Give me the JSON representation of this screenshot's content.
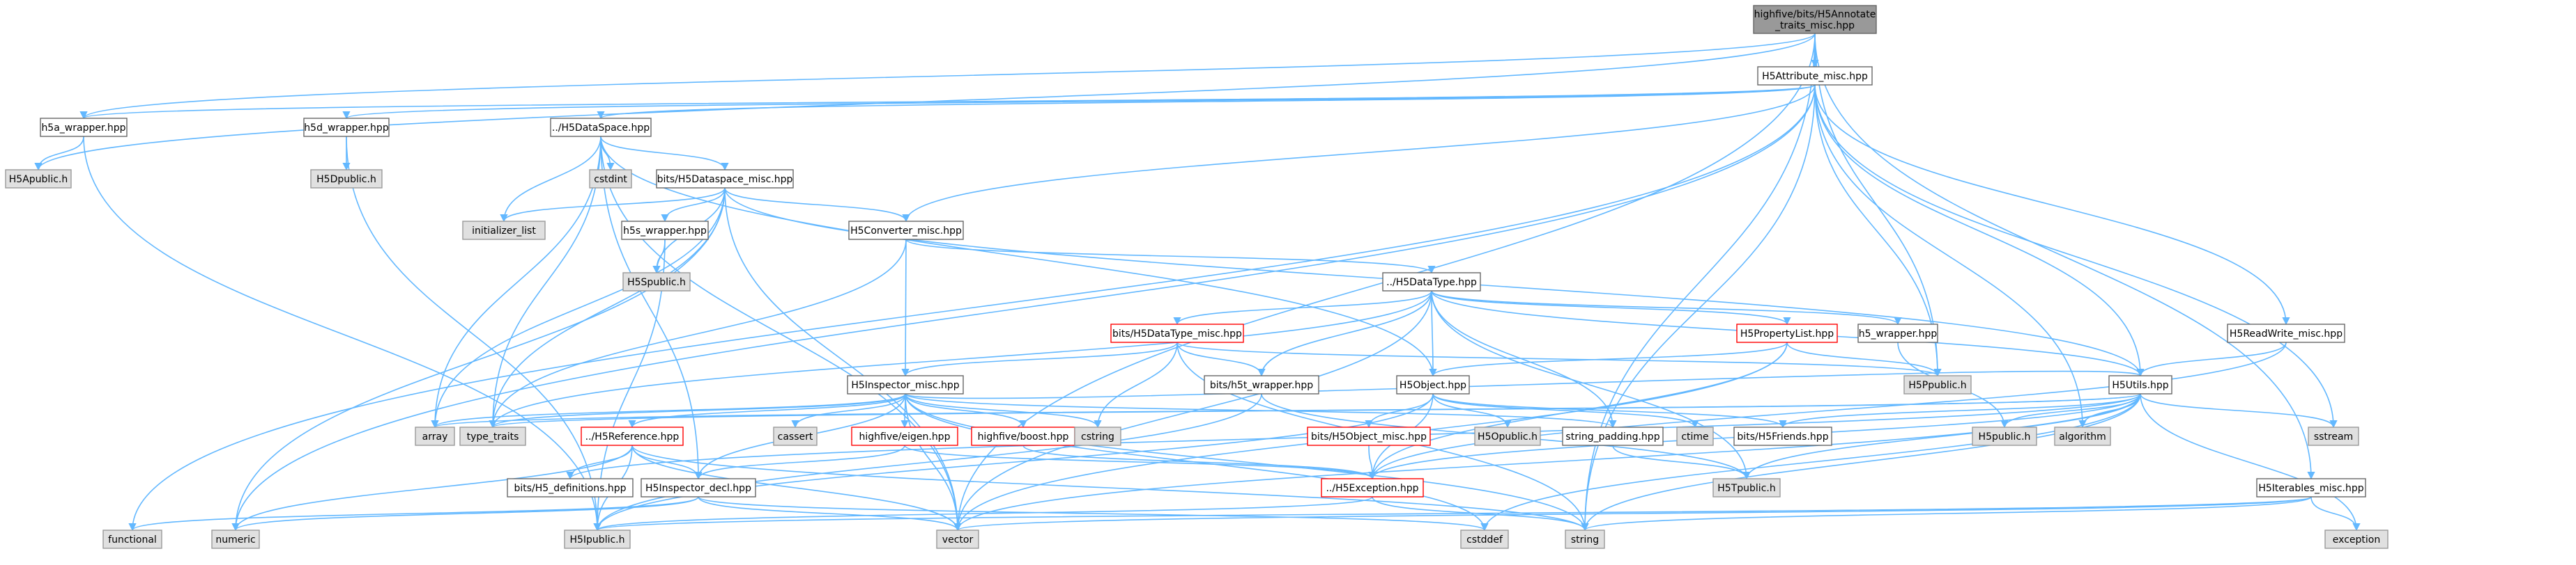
{
  "colors": {
    "edge": "#63b8ff",
    "root_fill": "#999999",
    "root_border": "#666666",
    "file_fill": "#ffffff",
    "file_border": "#666666",
    "expandable_border": "#ff0000",
    "system_fill": "#e0e0e0",
    "system_border": "#999999"
  },
  "nodes": [
    {
      "id": "root",
      "lines": [
        "highfive/bits/H5Annotate",
        "_traits_misc.hpp"
      ],
      "style": "root"
    },
    {
      "id": "h5attribute_misc",
      "lines": [
        "H5Attribute_misc.hpp"
      ],
      "style": "file"
    },
    {
      "id": "h5a_wrapper",
      "lines": [
        "h5a_wrapper.hpp"
      ],
      "style": "file"
    },
    {
      "id": "h5apublic",
      "lines": [
        "H5Apublic.h"
      ],
      "style": "system"
    },
    {
      "id": "h5d_wrapper",
      "lines": [
        "h5d_wrapper.hpp"
      ],
      "style": "file"
    },
    {
      "id": "h5dpublic",
      "lines": [
        "H5Dpublic.h"
      ],
      "style": "system"
    },
    {
      "id": "h5dataspace",
      "lines": [
        "../H5DataSpace.hpp"
      ],
      "style": "file"
    },
    {
      "id": "cstdint",
      "lines": [
        "cstdint"
      ],
      "style": "system"
    },
    {
      "id": "h5dataspace_misc",
      "lines": [
        "bits/H5Dataspace_misc.hpp"
      ],
      "style": "file"
    },
    {
      "id": "initializer_list",
      "lines": [
        "initializer_list"
      ],
      "style": "system"
    },
    {
      "id": "h5s_wrapper",
      "lines": [
        "h5s_wrapper.hpp"
      ],
      "style": "file"
    },
    {
      "id": "h5spublic",
      "lines": [
        "H5Spublic.h"
      ],
      "style": "system"
    },
    {
      "id": "h5converter_misc",
      "lines": [
        "H5Converter_misc.hpp"
      ],
      "style": "file"
    },
    {
      "id": "h5datatype",
      "lines": [
        "../H5DataType.hpp"
      ],
      "style": "file"
    },
    {
      "id": "h5datatype_misc",
      "lines": [
        "bits/H5DataType_misc.hpp"
      ],
      "style": "expandable"
    },
    {
      "id": "h5propertylist",
      "lines": [
        "H5PropertyList.hpp"
      ],
      "style": "expandable"
    },
    {
      "id": "h5_wrapper",
      "lines": [
        "h5_wrapper.hpp"
      ],
      "style": "file"
    },
    {
      "id": "h5readwrite_misc",
      "lines": [
        "H5ReadWrite_misc.hpp"
      ],
      "style": "file"
    },
    {
      "id": "h5inspector_misc",
      "lines": [
        "H5Inspector_misc.hpp"
      ],
      "style": "file"
    },
    {
      "id": "h5t_wrapper",
      "lines": [
        "bits/h5t_wrapper.hpp"
      ],
      "style": "file"
    },
    {
      "id": "h5object",
      "lines": [
        "H5Object.hpp"
      ],
      "style": "file"
    },
    {
      "id": "h5ppublic",
      "lines": [
        "H5Ppublic.h"
      ],
      "style": "system"
    },
    {
      "id": "h5utils",
      "lines": [
        "H5Utils.hpp"
      ],
      "style": "file"
    },
    {
      "id": "array",
      "lines": [
        "array"
      ],
      "style": "system"
    },
    {
      "id": "type_traits",
      "lines": [
        "type_traits"
      ],
      "style": "system"
    },
    {
      "id": "h5reference",
      "lines": [
        "../H5Reference.hpp"
      ],
      "style": "expandable"
    },
    {
      "id": "cassert",
      "lines": [
        "cassert"
      ],
      "style": "system"
    },
    {
      "id": "highfive_eigen",
      "lines": [
        "highfive/eigen.hpp"
      ],
      "style": "expandable"
    },
    {
      "id": "highfive_boost",
      "lines": [
        "highfive/boost.hpp"
      ],
      "style": "expandable"
    },
    {
      "id": "cstring",
      "lines": [
        "cstring"
      ],
      "style": "system"
    },
    {
      "id": "h5object_misc",
      "lines": [
        "bits/H5Object_misc.hpp"
      ],
      "style": "expandable"
    },
    {
      "id": "h5opublic",
      "lines": [
        "H5Opublic.h"
      ],
      "style": "system"
    },
    {
      "id": "string_padding",
      "lines": [
        "string_padding.hpp"
      ],
      "style": "file"
    },
    {
      "id": "ctime",
      "lines": [
        "ctime"
      ],
      "style": "system"
    },
    {
      "id": "h5friends",
      "lines": [
        "bits/H5Friends.hpp"
      ],
      "style": "file"
    },
    {
      "id": "h5public",
      "lines": [
        "H5public.h"
      ],
      "style": "system"
    },
    {
      "id": "algorithm",
      "lines": [
        "algorithm"
      ],
      "style": "system"
    },
    {
      "id": "sstream",
      "lines": [
        "sstream"
      ],
      "style": "system"
    },
    {
      "id": "h5_definitions",
      "lines": [
        "bits/H5_definitions.hpp"
      ],
      "style": "file"
    },
    {
      "id": "h5exception",
      "lines": [
        "../H5Exception.hpp"
      ],
      "style": "expandable"
    },
    {
      "id": "h5tpublic",
      "lines": [
        "H5Tpublic.h"
      ],
      "style": "system"
    },
    {
      "id": "h5iterables_misc",
      "lines": [
        "H5Iterables_misc.hpp"
      ],
      "style": "file"
    },
    {
      "id": "h5inspector_decl",
      "lines": [
        "H5Inspector_decl.hpp"
      ],
      "style": "file"
    },
    {
      "id": "functional",
      "lines": [
        "functional"
      ],
      "style": "system"
    },
    {
      "id": "numeric",
      "lines": [
        "numeric"
      ],
      "style": "system"
    },
    {
      "id": "h5ipublic",
      "lines": [
        "H5Ipublic.h"
      ],
      "style": "system"
    },
    {
      "id": "vector",
      "lines": [
        "vector"
      ],
      "style": "system"
    },
    {
      "id": "cstddef",
      "lines": [
        "cstddef"
      ],
      "style": "system"
    },
    {
      "id": "string",
      "lines": [
        "string"
      ],
      "style": "system"
    },
    {
      "id": "exception",
      "lines": [
        "exception"
      ],
      "style": "system"
    }
  ],
  "edges": [
    [
      "root",
      "h5attribute_misc"
    ],
    [
      "root",
      "h5a_wrapper"
    ],
    [
      "root",
      "h5apublic"
    ],
    [
      "root",
      "h5ppublic"
    ],
    [
      "root",
      "h5iterables_misc"
    ],
    [
      "root",
      "vector"
    ],
    [
      "root",
      "string"
    ],
    [
      "h5attribute_misc",
      "h5a_wrapper"
    ],
    [
      "h5attribute_misc",
      "h5d_wrapper"
    ],
    [
      "h5attribute_misc",
      "h5dataspace"
    ],
    [
      "h5attribute_misc",
      "h5converter_misc"
    ],
    [
      "h5attribute_misc",
      "h5readwrite_misc"
    ],
    [
      "h5attribute_misc",
      "h5utils"
    ],
    [
      "h5attribute_misc",
      "h5ppublic"
    ],
    [
      "h5attribute_misc",
      "algorithm"
    ],
    [
      "h5attribute_misc",
      "sstream"
    ],
    [
      "h5attribute_misc",
      "functional"
    ],
    [
      "h5attribute_misc",
      "numeric"
    ],
    [
      "h5attribute_misc",
      "string"
    ],
    [
      "h5a_wrapper",
      "h5apublic"
    ],
    [
      "h5a_wrapper",
      "h5ipublic"
    ],
    [
      "h5d_wrapper",
      "h5dpublic"
    ],
    [
      "h5d_wrapper",
      "h5ipublic"
    ],
    [
      "h5dataspace",
      "cstdint"
    ],
    [
      "h5dataspace",
      "h5dataspace_misc"
    ],
    [
      "h5dataspace",
      "initializer_list"
    ],
    [
      "h5dataspace",
      "h5object"
    ],
    [
      "h5dataspace",
      "array"
    ],
    [
      "h5dataspace",
      "type_traits"
    ],
    [
      "h5dataspace",
      "vector"
    ],
    [
      "h5dataspace",
      "h5inspector_decl"
    ],
    [
      "h5dataspace_misc",
      "initializer_list"
    ],
    [
      "h5dataspace_misc",
      "h5s_wrapper"
    ],
    [
      "h5dataspace_misc",
      "h5spublic"
    ],
    [
      "h5dataspace_misc",
      "h5converter_misc"
    ],
    [
      "h5dataspace_misc",
      "h5utils"
    ],
    [
      "h5dataspace_misc",
      "array"
    ],
    [
      "h5dataspace_misc",
      "type_traits"
    ],
    [
      "h5dataspace_misc",
      "numeric"
    ],
    [
      "h5dataspace_misc",
      "vector"
    ],
    [
      "h5s_wrapper",
      "h5spublic"
    ],
    [
      "h5s_wrapper",
      "h5ipublic"
    ],
    [
      "h5converter_misc",
      "h5datatype"
    ],
    [
      "h5converter_misc",
      "h5inspector_misc"
    ],
    [
      "h5converter_misc",
      "type_traits"
    ],
    [
      "h5datatype",
      "h5datatype_misc"
    ],
    [
      "h5datatype",
      "h5propertylist"
    ],
    [
      "h5datatype",
      "h5_wrapper"
    ],
    [
      "h5datatype",
      "h5t_wrapper"
    ],
    [
      "h5datatype",
      "h5object"
    ],
    [
      "h5datatype",
      "h5utils"
    ],
    [
      "h5datatype",
      "string_padding"
    ],
    [
      "h5datatype",
      "h5tpublic"
    ],
    [
      "h5datatype",
      "type_traits"
    ],
    [
      "h5datatype",
      "vector"
    ],
    [
      "h5datatype_misc",
      "h5inspector_misc"
    ],
    [
      "h5datatype_misc",
      "h5t_wrapper"
    ],
    [
      "h5datatype_misc",
      "h5ppublic"
    ],
    [
      "h5datatype_misc",
      "cstring"
    ],
    [
      "h5datatype_misc",
      "string"
    ],
    [
      "h5propertylist",
      "h5ppublic"
    ],
    [
      "h5propertylist",
      "h5object"
    ],
    [
      "h5propertylist",
      "h5exception"
    ],
    [
      "h5propertylist",
      "vector"
    ],
    [
      "h5_wrapper",
      "h5public"
    ],
    [
      "h5readwrite_misc",
      "h5utils"
    ],
    [
      "h5readwrite_misc",
      "h5exception"
    ],
    [
      "h5inspector_misc",
      "array"
    ],
    [
      "h5inspector_misc",
      "type_traits"
    ],
    [
      "h5inspector_misc",
      "h5reference"
    ],
    [
      "h5inspector_misc",
      "cassert"
    ],
    [
      "h5inspector_misc",
      "highfive_eigen"
    ],
    [
      "h5inspector_misc",
      "highfive_boost"
    ],
    [
      "h5inspector_misc",
      "cstring"
    ],
    [
      "h5inspector_misc",
      "string_padding"
    ],
    [
      "h5inspector_misc",
      "h5utils"
    ],
    [
      "h5inspector_misc",
      "h5inspector_decl"
    ],
    [
      "h5inspector_misc",
      "vector"
    ],
    [
      "h5inspector_misc",
      "string"
    ],
    [
      "h5inspector_misc",
      "cstddef"
    ],
    [
      "h5t_wrapper",
      "h5tpublic"
    ],
    [
      "h5t_wrapper",
      "h5ipublic"
    ],
    [
      "h5object",
      "h5object_misc"
    ],
    [
      "h5object",
      "h5opublic"
    ],
    [
      "h5object",
      "ctime"
    ],
    [
      "h5object",
      "h5friends"
    ],
    [
      "h5object",
      "h5exception"
    ],
    [
      "h5object",
      "h5ipublic"
    ],
    [
      "h5object_misc",
      "h5exception"
    ],
    [
      "h5utils",
      "h5public"
    ],
    [
      "h5utils",
      "algorithm"
    ],
    [
      "h5utils",
      "sstream"
    ],
    [
      "h5utils",
      "h5friends"
    ],
    [
      "h5utils",
      "h5exception"
    ],
    [
      "h5utils",
      "h5_definitions"
    ],
    [
      "h5utils",
      "h5tpublic"
    ],
    [
      "h5utils",
      "exception"
    ],
    [
      "h5utils",
      "string"
    ],
    [
      "h5utils",
      "vector"
    ],
    [
      "h5utils",
      "cstddef"
    ],
    [
      "h5utils",
      "array"
    ],
    [
      "h5utils",
      "type_traits"
    ],
    [
      "h5reference",
      "h5_definitions"
    ],
    [
      "h5reference",
      "h5inspector_decl"
    ],
    [
      "h5reference",
      "h5ipublic"
    ],
    [
      "h5reference",
      "numeric"
    ],
    [
      "h5reference",
      "string"
    ],
    [
      "h5reference",
      "vector"
    ],
    [
      "highfive_eigen",
      "h5inspector_decl"
    ],
    [
      "highfive_eigen",
      "h5exception"
    ],
    [
      "highfive_boost",
      "h5exception"
    ],
    [
      "string_padding",
      "h5tpublic"
    ],
    [
      "h5exception",
      "string"
    ],
    [
      "h5exception",
      "h5ipublic"
    ],
    [
      "h5iterables_misc",
      "exception"
    ],
    [
      "h5iterables_misc",
      "string"
    ],
    [
      "h5iterables_misc",
      "vector"
    ],
    [
      "h5iterables_misc",
      "h5ipublic"
    ],
    [
      "h5inspector_decl",
      "functional"
    ],
    [
      "h5inspector_decl",
      "numeric"
    ],
    [
      "h5inspector_decl",
      "vector"
    ],
    [
      "h5inspector_decl",
      "cstddef"
    ]
  ]
}
